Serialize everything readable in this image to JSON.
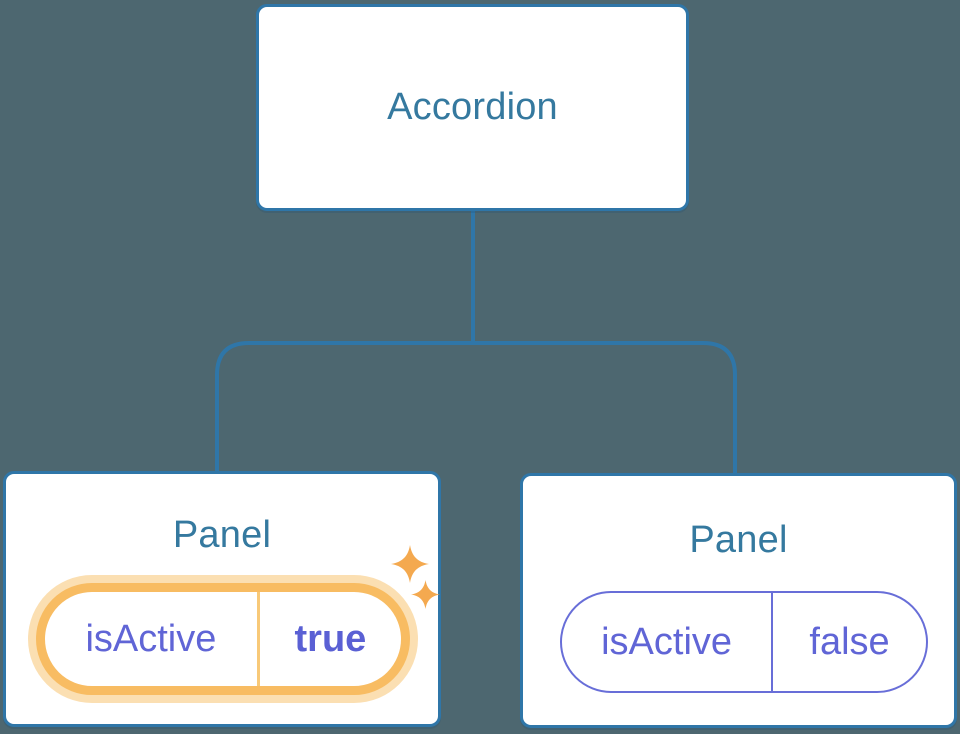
{
  "colors": {
    "background": "#4D6770",
    "node_border_blue": "#2F76A8",
    "node_text_blue": "#35799F",
    "state_purple": "#6065D6",
    "pill_border_purple": "#686ED8",
    "highlight_orange_ring": "#F8BC62",
    "highlight_orange_glow": "#FBDFB2",
    "sparkle_orange": "#F4A94F"
  },
  "tree": {
    "root": {
      "label": "Accordion"
    },
    "panels": [
      {
        "label": "Panel",
        "prop_name": "isActive",
        "prop_value": "true",
        "highlighted": true
      },
      {
        "label": "Panel",
        "prop_name": "isActive",
        "prop_value": "false",
        "highlighted": false
      }
    ]
  }
}
